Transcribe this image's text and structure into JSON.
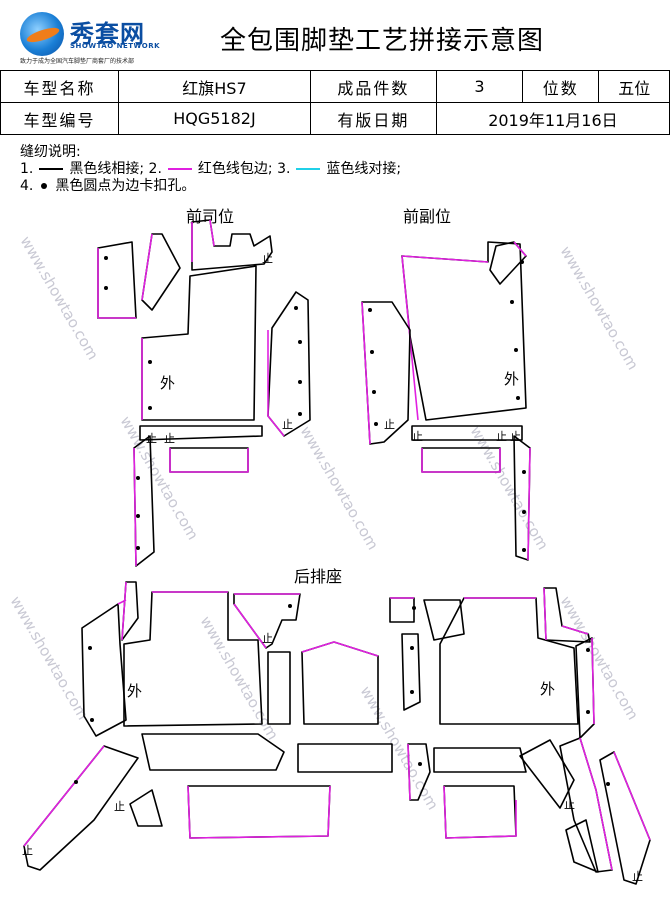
{
  "logo": {
    "name": "秀套网",
    "en": "SHOWTAO NETWORK",
    "slogan": "致力于成为全国汽车脚垫厂商套厂的技术部"
  },
  "title": "全包围脚垫工艺拼接示意图",
  "info": {
    "model_name_label": "车型名称",
    "model_name": "红旗HS7",
    "piece_count_label": "成品件数",
    "piece_count": "3",
    "seat_label": "位数",
    "seat_value": "五位",
    "model_code_label": "车型编号",
    "model_code": "HQG5182J",
    "valid_date_label": "有版日期",
    "valid_date": "2019年11月16日"
  },
  "notes": {
    "heading": "缝纫说明:",
    "item1_num": "1.",
    "item1_text": "黑色线相接;",
    "item2_num": "2.",
    "item2_text": "红色线包边;",
    "item3_num": "3.",
    "item3_text": "蓝色线对接;",
    "item4_num": "4.",
    "item4_text": "黑色圆点为边卡扣孔。"
  },
  "sections": {
    "front_driver": "前司位",
    "front_passenger": "前副位",
    "rear": "后排座"
  },
  "marks": {
    "outside": "外",
    "stop": "止"
  },
  "watermark": "www.showtao.com",
  "colors": {
    "black_line": "#000000",
    "red_line": "#e020e0",
    "blue_line": "#20d0e8",
    "brand": "#0b4ea2"
  }
}
